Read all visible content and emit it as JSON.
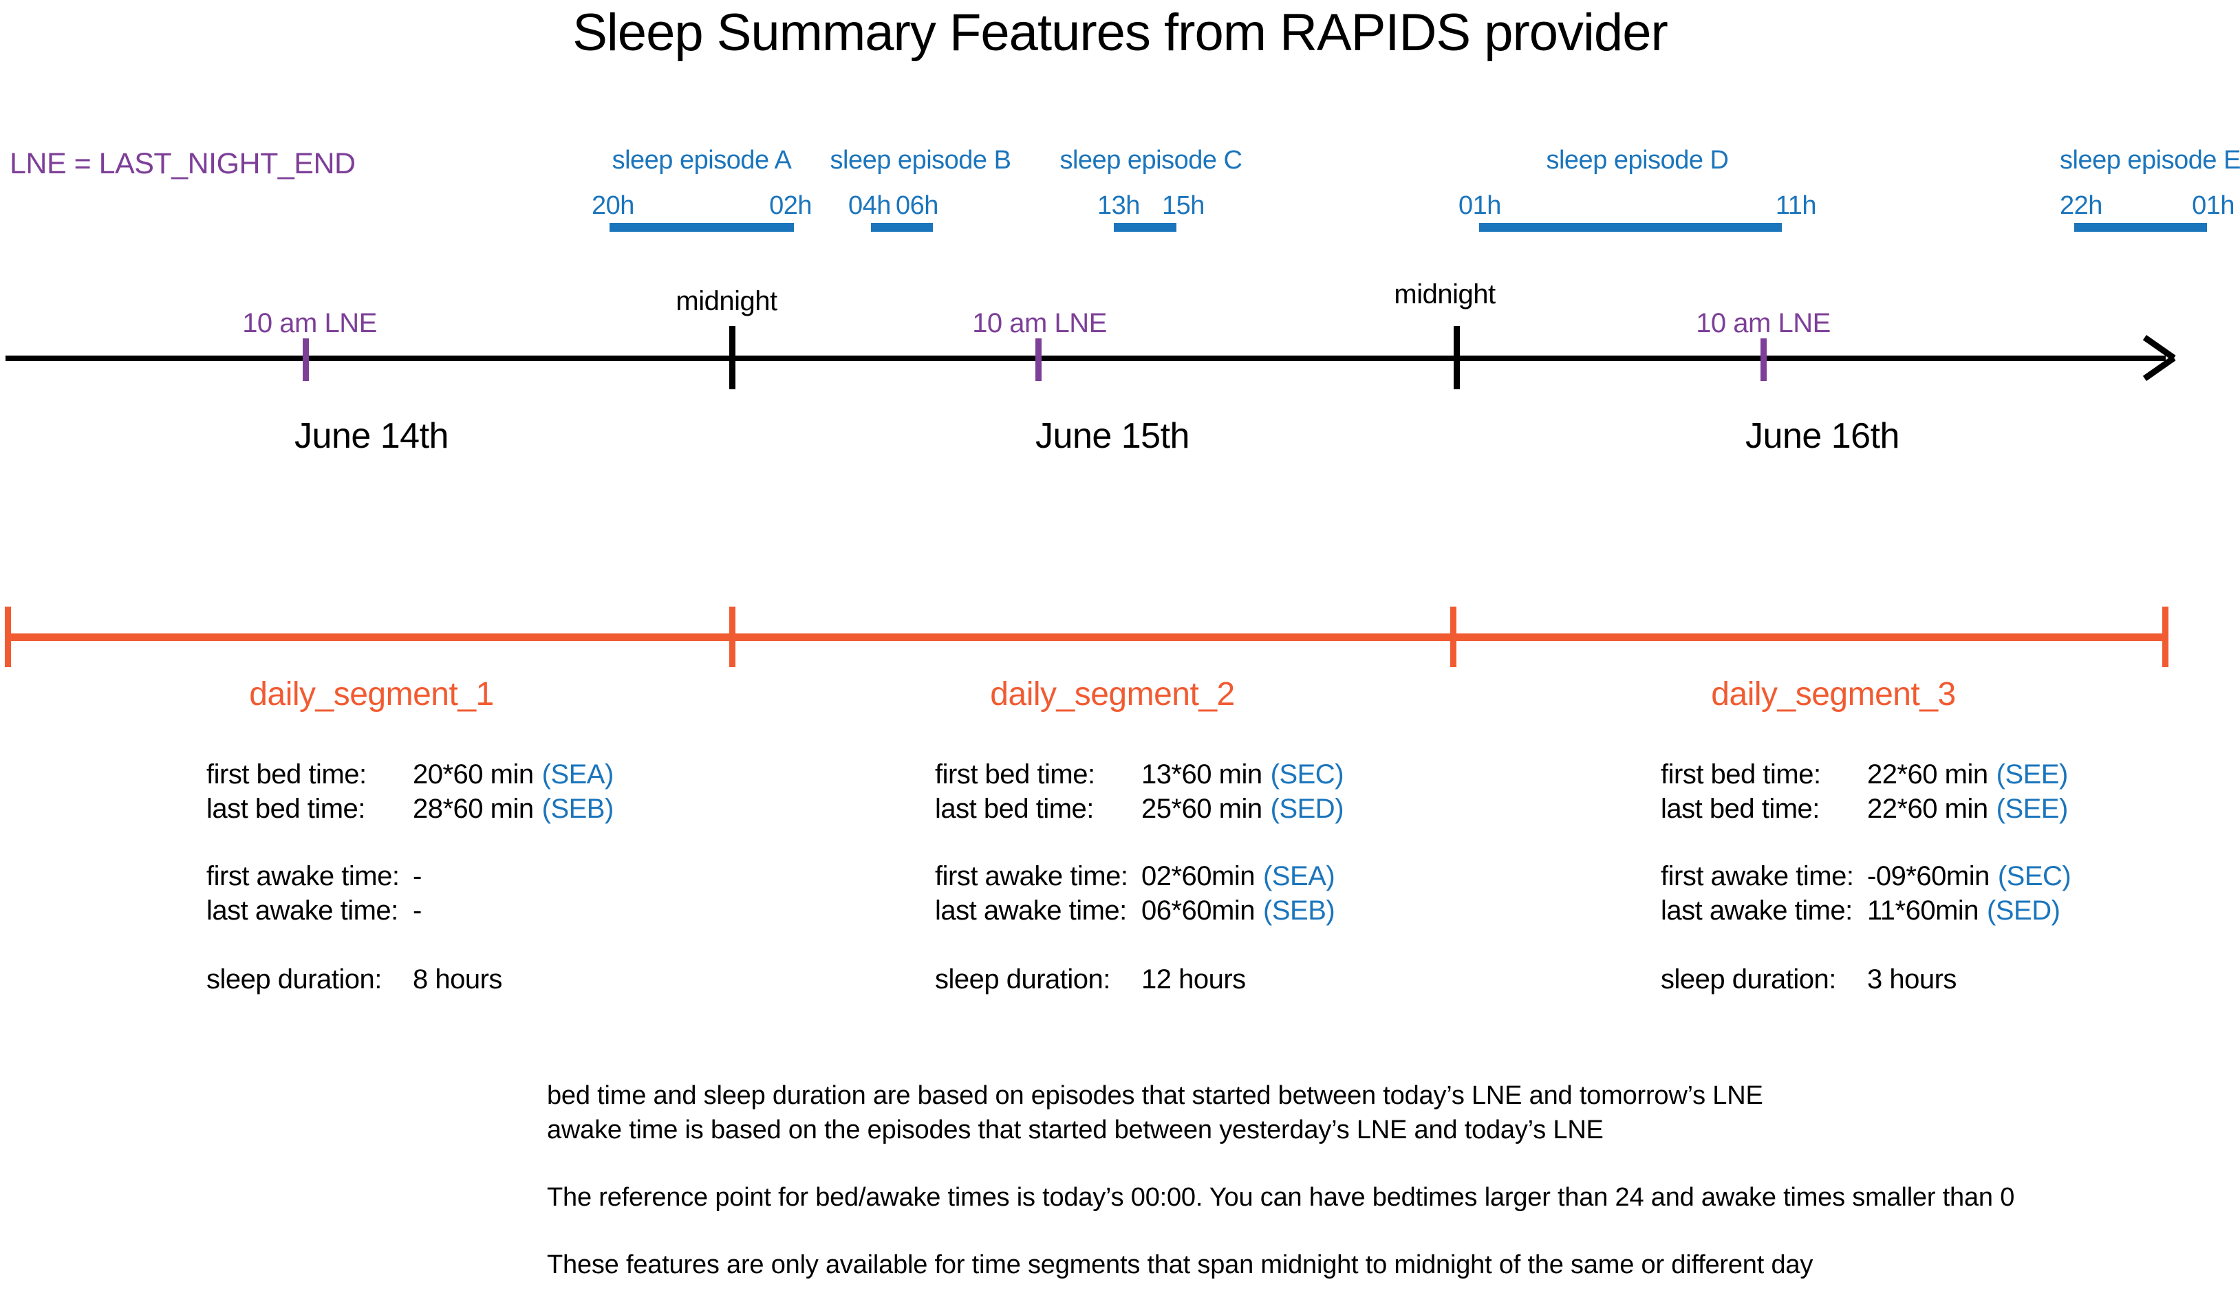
{
  "title": "Sleep Summary Features from RAPIDS provider",
  "lne_note": "LNE = LAST_NIGHT_END",
  "colors": {
    "blue": "#1b75bc",
    "purple": "#7d3f98",
    "orange": "#f15b31",
    "axis": "#000000"
  },
  "episodes": [
    {
      "name": "sleep episode A",
      "start": "20h",
      "end": "02h"
    },
    {
      "name": "sleep episode B",
      "start": "04h",
      "end": "06h"
    },
    {
      "name": "sleep episode C",
      "start": "13h",
      "end": "15h"
    },
    {
      "name": "sleep episode D",
      "start": "01h",
      "end": "11h"
    },
    {
      "name": "sleep episode E",
      "start": "22h",
      "end": "01h"
    }
  ],
  "timeline": {
    "lne_tick_label": "10 am LNE",
    "midnight_label": "midnight",
    "dates": [
      "June 14th",
      "June 15th",
      "June 16th"
    ]
  },
  "segments": [
    {
      "label": "daily_segment_1",
      "rows": [
        {
          "label": "first bed time:",
          "value": "20*60 min",
          "ref": "(SEA)"
        },
        {
          "label": "last bed time:",
          "value": "28*60 min",
          "ref": "(SEB)"
        },
        {
          "label": "first awake time:",
          "value": "-",
          "ref": ""
        },
        {
          "label": "last awake time:",
          "value": "-",
          "ref": ""
        },
        {
          "label": "sleep duration:",
          "value": "8 hours",
          "ref": ""
        }
      ]
    },
    {
      "label": "daily_segment_2",
      "rows": [
        {
          "label": "first bed time:",
          "value": "13*60 min",
          "ref": "(SEC)"
        },
        {
          "label": "last bed time:",
          "value": "25*60 min",
          "ref": "(SED)"
        },
        {
          "label": "first awake time:",
          "value": "02*60min",
          "ref": "(SEA)"
        },
        {
          "label": "last awake time:",
          "value": "06*60min",
          "ref": "(SEB)"
        },
        {
          "label": "sleep duration:",
          "value": "12 hours",
          "ref": ""
        }
      ]
    },
    {
      "label": "daily_segment_3",
      "rows": [
        {
          "label": "first bed time:",
          "value": "22*60 min",
          "ref": "(SEE)"
        },
        {
          "label": "last bed time:",
          "value": "22*60 min",
          "ref": "(SEE)"
        },
        {
          "label": "first awake time:",
          "value": "-09*60min",
          "ref": "(SEC)"
        },
        {
          "label": "last awake time:",
          "value": "11*60min",
          "ref": "(SED)"
        },
        {
          "label": "sleep duration:",
          "value": "3 hours",
          "ref": ""
        }
      ]
    }
  ],
  "notes": [
    "bed time and sleep duration are based on episodes that started between today’s LNE and tomorrow’s LNE",
    "awake time is based on the episodes that started between yesterday’s LNE and today’s LNE",
    "The reference point for bed/awake times is today’s 00:00. You can have bedtimes larger than 24 and awake times smaller than 0",
    "These features are only available for time segments that span midnight to midnight of the same or different day"
  ]
}
